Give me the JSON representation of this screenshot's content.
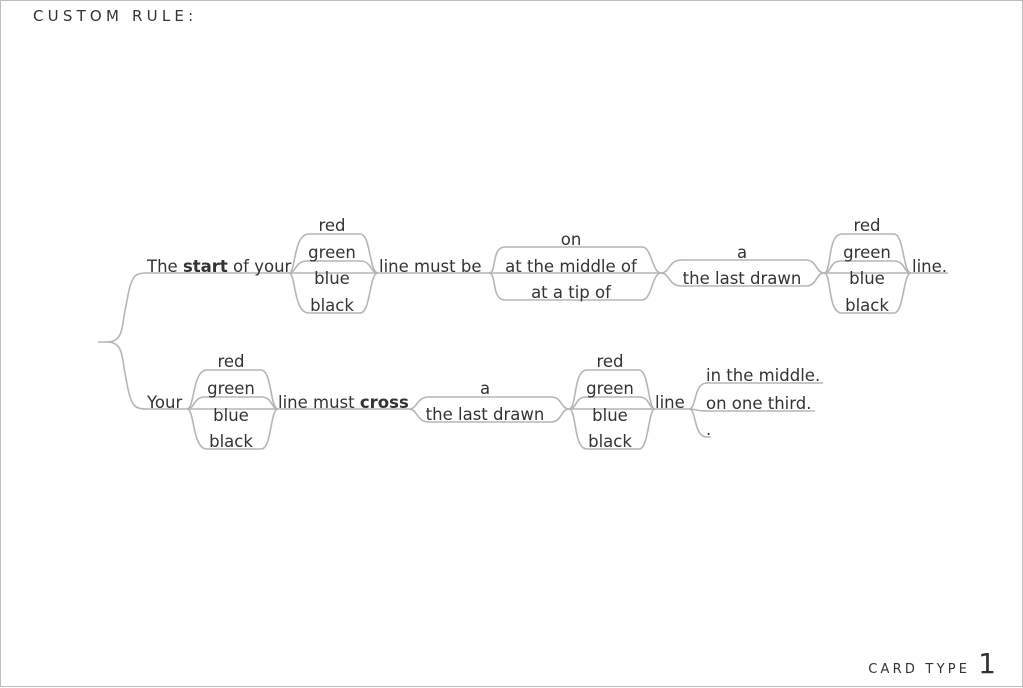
{
  "header": {
    "title": "CUSTOM RULE:"
  },
  "footer": {
    "label": "CARD TYPE",
    "number": "1"
  },
  "rules": {
    "rule1": {
      "intro": {
        "pre": "The ",
        "bold": "start",
        "post": " of your"
      },
      "colors_a": [
        "red",
        "green",
        "blue",
        "black"
      ],
      "verb": {
        "pre": "line must be",
        "bold": "",
        "post": ""
      },
      "positions": [
        "on",
        "at the middle of",
        "at a tip of"
      ],
      "articles": [
        "a",
        "the last drawn"
      ],
      "colors_b": [
        "red",
        "green",
        "blue",
        "black"
      ],
      "ending": "line."
    },
    "rule2": {
      "intro": "Your",
      "colors_a": [
        "red",
        "green",
        "blue",
        "black"
      ],
      "verb": {
        "pre": "line must ",
        "bold": "cross",
        "post": ""
      },
      "articles": [
        "a",
        "the last drawn"
      ],
      "colors_b": [
        "red",
        "green",
        "blue",
        "black"
      ],
      "noun": "line",
      "endings": [
        "in the middle.",
        "on one third.",
        "."
      ]
    }
  }
}
